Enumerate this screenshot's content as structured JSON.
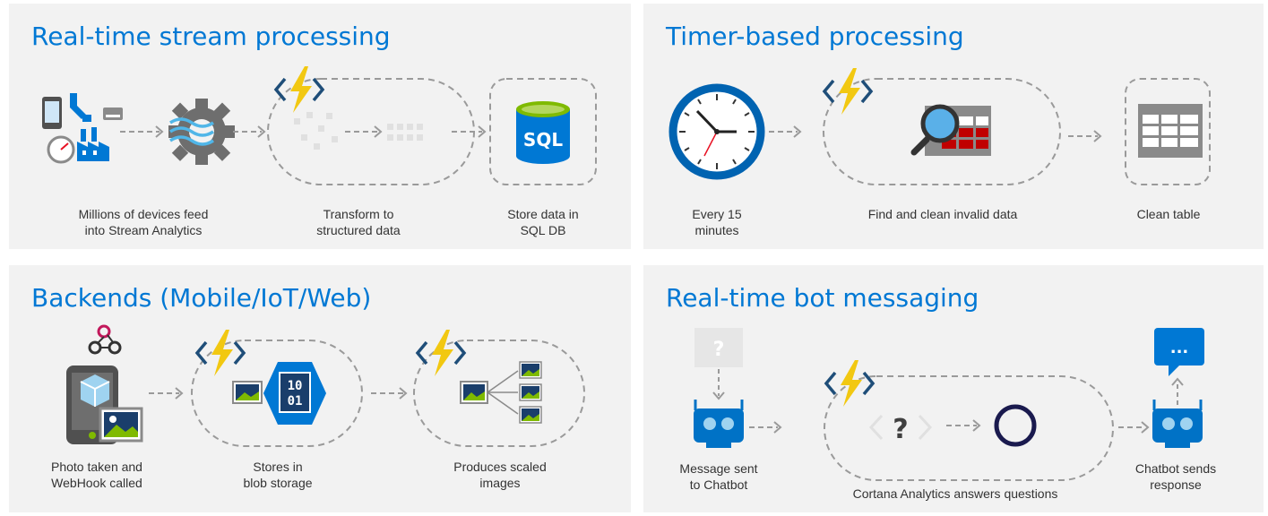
{
  "panels": {
    "stream": {
      "title": "Real-time stream processing",
      "captions": {
        "devices": "Millions of devices feed\ninto Stream Analytics",
        "transform": "Transform to\nstructured data",
        "store": "Store data in\nSQL DB"
      },
      "sql_label": "SQL"
    },
    "timer": {
      "title": "Timer-based processing",
      "captions": {
        "every": "Every 15\nminutes",
        "find": "Find and clean invalid data",
        "clean": "Clean table"
      }
    },
    "backends": {
      "title": "Backends (Mobile/IoT/Web)",
      "captions": {
        "photo": "Photo taken and\nWebHook called",
        "stores": "Stores in\nblob storage",
        "produces": "Produces scaled\nimages"
      },
      "blob_label_top": "10",
      "blob_label_bottom": "01"
    },
    "bot": {
      "title": "Real-time bot messaging",
      "captions": {
        "sent": "Message sent\nto Chatbot",
        "cortana": "Cortana Analytics answers questions",
        "sends": "Chatbot sends\nresponse"
      },
      "question_mark": "?",
      "ellipsis": "..."
    }
  },
  "colors": {
    "panel_bg": "#f2f2f2",
    "title_blue": "#0078d4",
    "lightning": "#f2c811",
    "dashed": "#9a9a9a",
    "clock_ring": "#0063b1",
    "bot_blue": "#0072c6"
  }
}
